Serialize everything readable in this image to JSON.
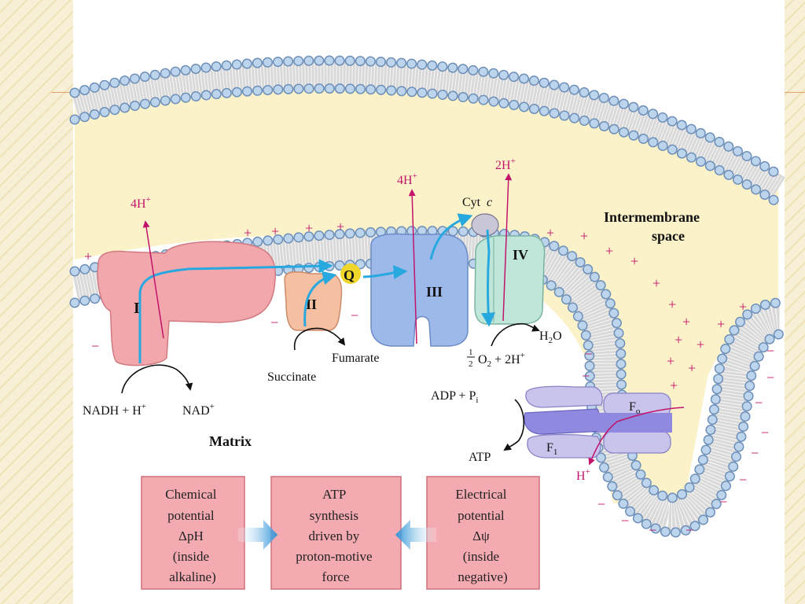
{
  "colors": {
    "proton": "#c2146b",
    "electron_arrow": "#27a9df",
    "membrane_fill": "#fbf2c9",
    "bead_fill": "#bcd4ec",
    "bead_stroke": "#6d8fb8",
    "complex_I": "#f2a7ac",
    "complex_II": "#f5bfa2",
    "complex_III": "#9cb9ea",
    "complex_IV": "#bfe6d9",
    "atp_synthase": "#c9c4ec",
    "box_fill": "#f3aab1",
    "box_stroke": "#d0707c"
  },
  "labels": {
    "h_complex_I": "4H",
    "h_complex_III": "4H",
    "h_complex_IV": "2H",
    "h_plus": "+",
    "complex_I": "I",
    "complex_II": "II",
    "complex_III": "III",
    "complex_IV": "IV",
    "q": "Q",
    "cyt": "Cyt",
    "cyt_c": "c",
    "intermembrane_1": "Intermembrane",
    "intermembrane_2": "space",
    "matrix": "Matrix",
    "nadh": "NADH + H",
    "nad": "NAD",
    "succinate": "Succinate",
    "fumarate": "Fumarate",
    "h2o_h": "H",
    "h2o_2": "2",
    "h2o_o": "O",
    "o2_half_num": "1",
    "o2_half_den": "2",
    "o2_o": "O",
    "o2_sub": "2",
    "o2_rest": " + 2H",
    "adp": "ADP + P",
    "adp_sub": "i",
    "atp": "ATP",
    "fo": "F",
    "fo_sub": "o",
    "f1": "F",
    "f1_sub": "1",
    "h_out": "H"
  },
  "boxes": {
    "chemical": [
      "Chemical",
      "potential",
      "ΔpH",
      "(inside",
      "alkaline)"
    ],
    "atp": [
      "ATP",
      "synthesis",
      "driven by",
      "proton-motive",
      "force"
    ],
    "electrical": [
      "Electrical",
      "potential",
      "Δψ",
      "(inside",
      "negative)"
    ]
  },
  "charges": {
    "plus": "+",
    "minus": "−"
  }
}
